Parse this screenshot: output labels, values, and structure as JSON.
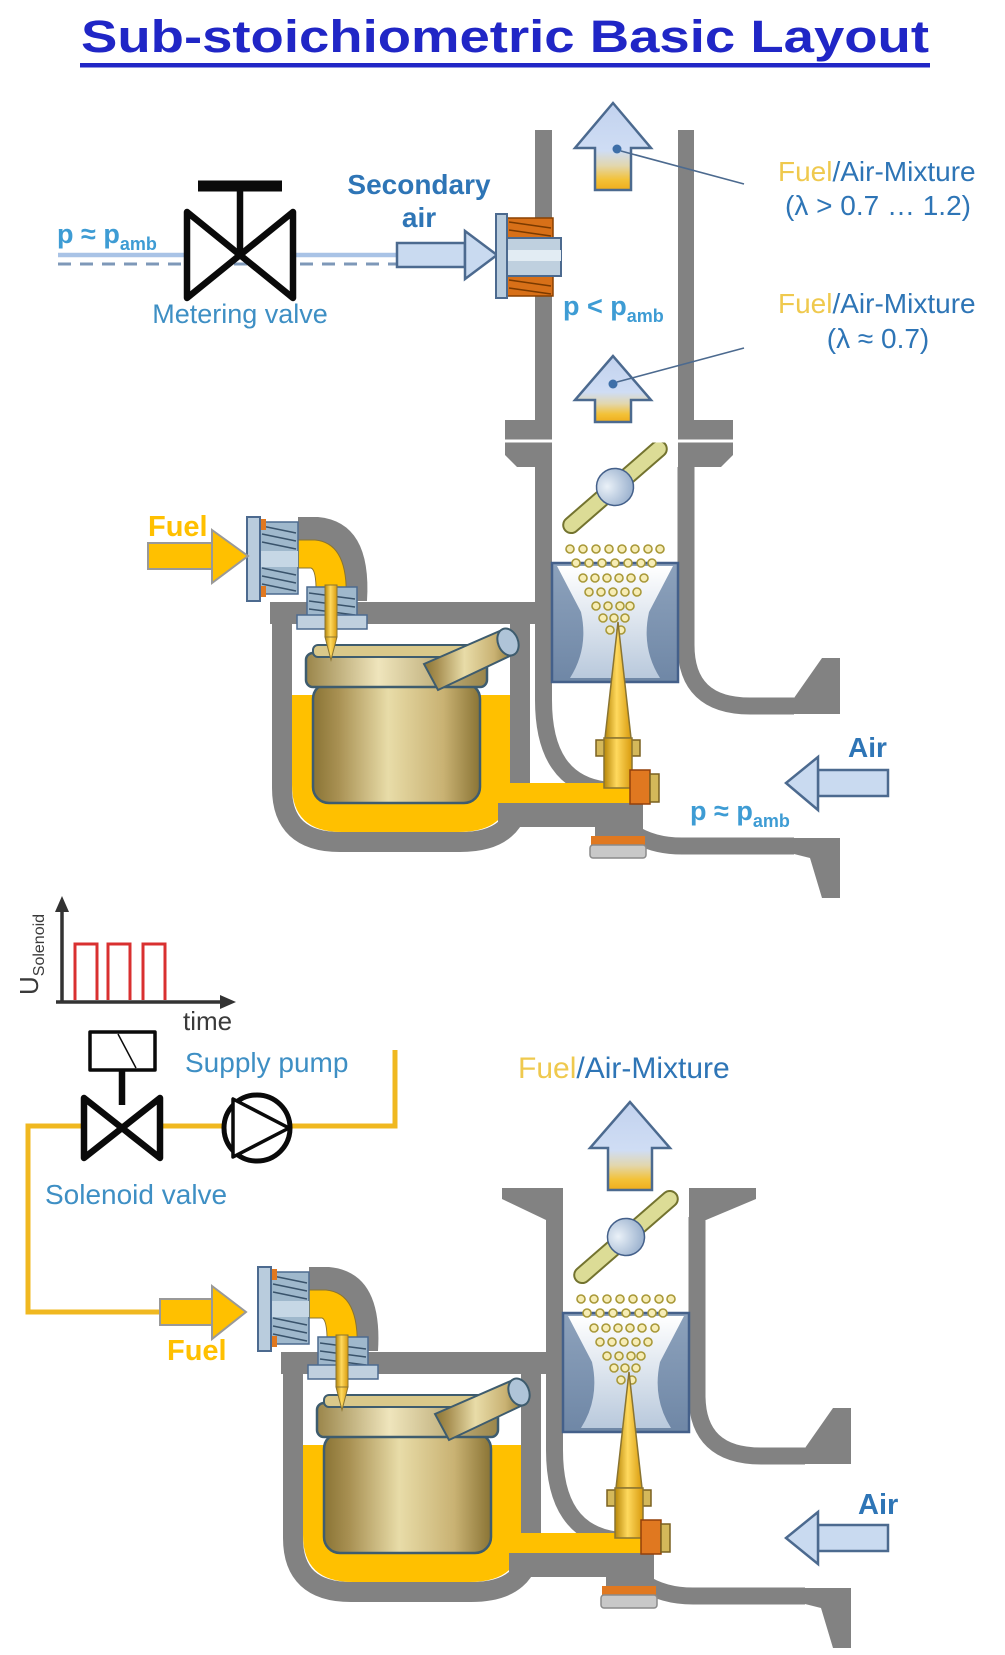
{
  "title": "Sub-stoichiometric Basic Layout",
  "colors": {
    "title_blue": "#2026c6",
    "label_blue_bold": "#2e75b6",
    "label_steel_blue": "#3e8fc4",
    "label_light_blue": "#3e9cd4",
    "fuel_yellow": "#ffc000",
    "fuel_pale": "#efc94e",
    "pipe_gray": "#828282",
    "arrow_light_blue": "#c9daf0",
    "arrow_border_blue": "#4c6a8f",
    "pulse_red": "#d93030",
    "brass": "#d9c88a",
    "thread_orange": "#d87018",
    "venturi_blue": "#7e95b2"
  },
  "top": {
    "pressure_inlet": {
      "main": "p ≈ p",
      "sub": "amb"
    },
    "metering_valve": "Metering valve",
    "secondary_air": {
      "line1": "Secondary",
      "line2": "air"
    },
    "mixture_out": {
      "fuel": "Fuel",
      "mix": "/Air-Mixture",
      "lambda": "(λ > 0.7 … 1.2)"
    },
    "pressure_tube": {
      "main": "p < p",
      "sub": "amb"
    },
    "mixture_mid": {
      "fuel": "Fuel",
      "mix": "/Air-Mixture",
      "lambda": "(λ ≈ 0.7)"
    },
    "fuel": "Fuel",
    "air": "Air",
    "pressure_air": {
      "main": "p ≈ p",
      "sub": "amb"
    }
  },
  "bottom": {
    "graph": {
      "y_main": "U",
      "y_sub": "Solenoid",
      "x_label": "time"
    },
    "solenoid_valve": "Solenoid valve",
    "supply_pump": "Supply pump",
    "mixture_out": {
      "fuel": "Fuel",
      "mix": "/Air-Mixture"
    },
    "fuel": "Fuel",
    "air": "Air"
  }
}
